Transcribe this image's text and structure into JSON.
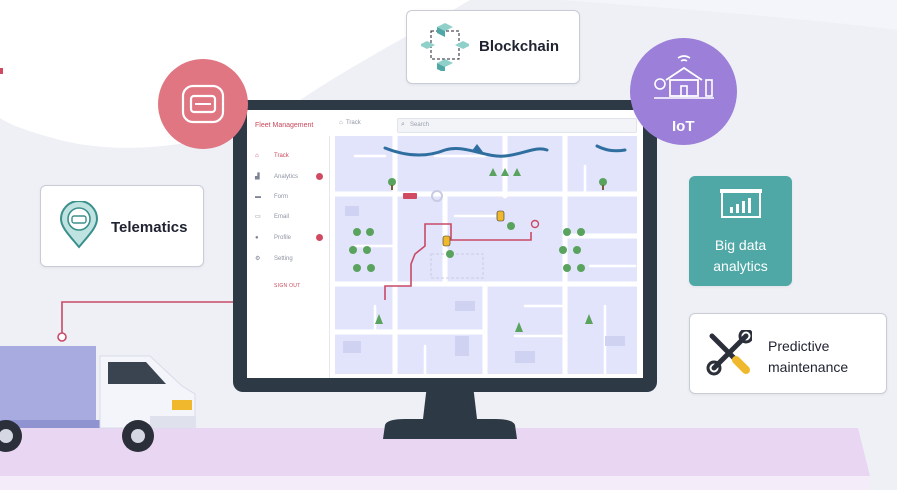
{
  "cards": {
    "blockchain": "Blockchain",
    "iot": "IoT",
    "telematics": "Telematics",
    "big_data_line1": "Big data",
    "big_data_line2": "analytics",
    "predictive_line1": "Predictive",
    "predictive_line2": "maintenance"
  },
  "app": {
    "title": "Fleet Management",
    "breadcrumb": "Track",
    "search_placeholder": "Search",
    "nav": [
      {
        "label": "Track",
        "icon": "home-icon"
      },
      {
        "label": "Analytics",
        "icon": "analytics-icon"
      },
      {
        "label": "Form",
        "icon": "form-icon"
      },
      {
        "label": "Email",
        "icon": "email-icon"
      },
      {
        "label": "Profile",
        "icon": "user-icon"
      },
      {
        "label": "Setting",
        "icon": "settings-icon"
      }
    ],
    "sign_out": "SIGN OUT"
  },
  "colors": {
    "accent_red": "#d04b62",
    "teal": "#4fa8a6",
    "purple": "#9b7fd8",
    "pink": "#e77d86"
  }
}
